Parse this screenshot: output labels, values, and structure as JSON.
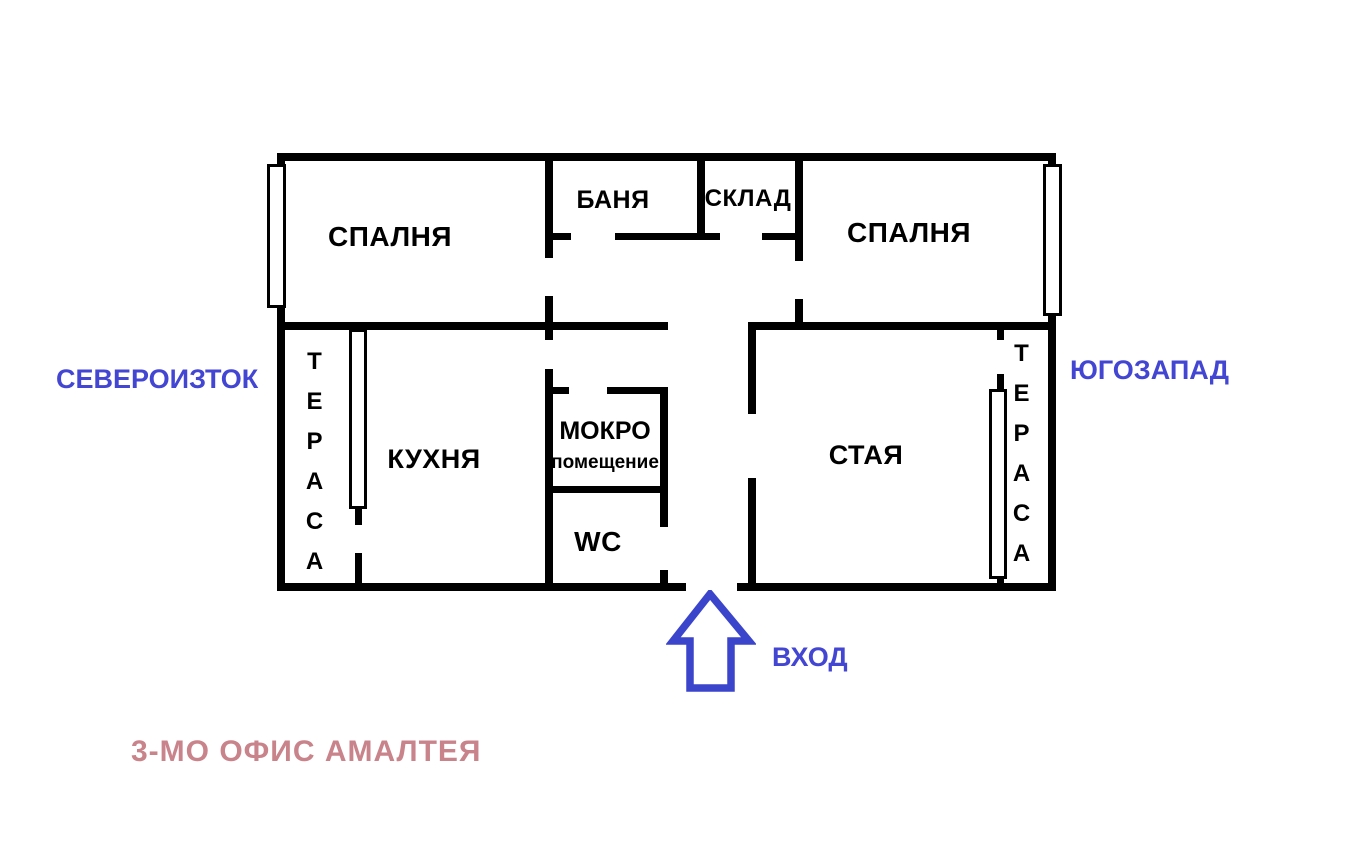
{
  "plan": {
    "rooms": {
      "bedroom_left": "СПАЛНЯ",
      "bathroom": "БАНЯ",
      "storage": "СКЛАД",
      "bedroom_right": "СПАЛНЯ",
      "kitchen": "КУХНЯ",
      "wet_room_line1": "МОКРО",
      "wet_room_line2": "помещение",
      "wc": "WC",
      "living_room": "СТАЯ",
      "terrace_left": "ТЕРАСА",
      "terrace_right": "ТЕРАСА"
    },
    "directions": {
      "northeast": "СЕВЕРОИЗТОК",
      "southwest": "ЮГОЗАПАД"
    },
    "entrance": {
      "label": "ВХОД"
    },
    "caption": "3-МО ОФИС АМАЛТЕЯ"
  },
  "colors": {
    "wall": "#000000",
    "direction_text": "#4346d2",
    "entrance_arrow": "#3b45cc",
    "caption_text": "#c9838a",
    "background": "#ffffff"
  }
}
